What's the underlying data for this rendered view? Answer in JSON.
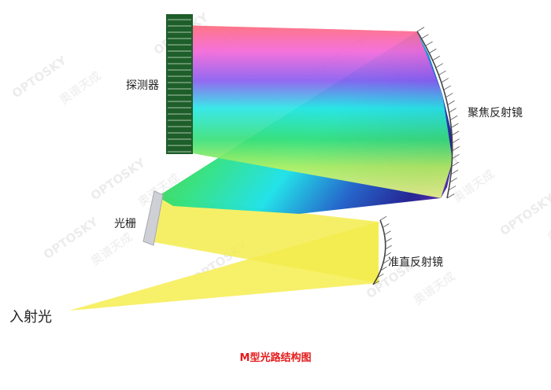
{
  "labels": {
    "detector": "探测器",
    "focusing_mirror": "聚焦反射镜",
    "grating": "光栅",
    "collimating_mirror": "准直反射镜",
    "incident_light": "入射光"
  },
  "caption": "M型光路结构图",
  "watermark": {
    "brand": "OPTOSKY",
    "cn": "奥谱天成"
  },
  "colors": {
    "caption": "#e41a1a",
    "detector": "#1e5e2a",
    "yellow_beam": "#f5ee56",
    "mirror_hatch": "#555555",
    "grating": "#cfcfd6",
    "watermark": "#ececec"
  }
}
